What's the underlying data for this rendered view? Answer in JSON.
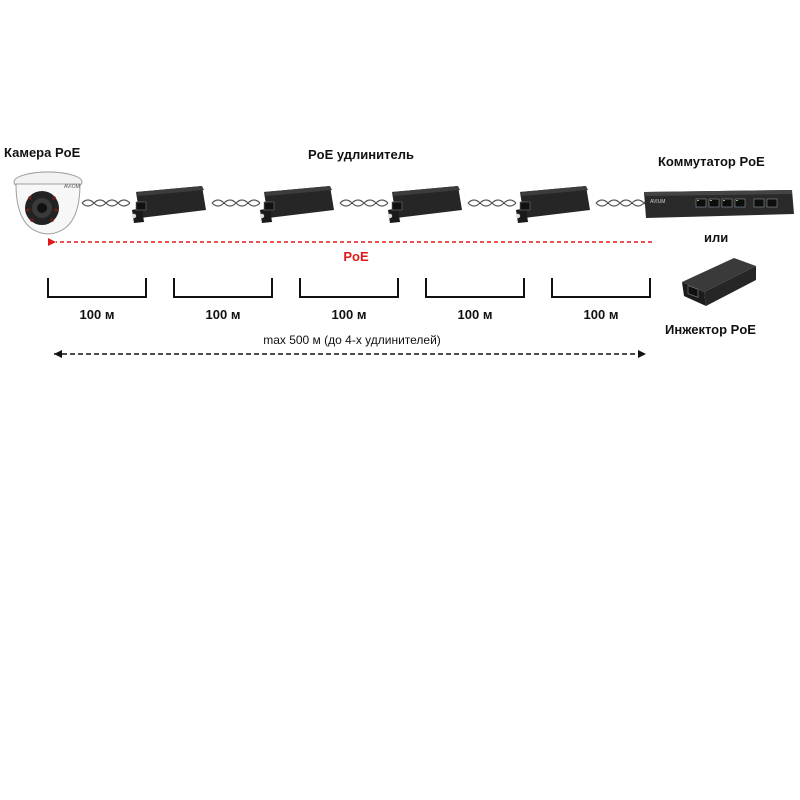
{
  "labels": {
    "camera": "Камера PoE",
    "extender": "PoE удлинитель",
    "switch": "Коммутатор PoE",
    "or": "или",
    "injector": "Инжектор PoE",
    "poe_arrow": "PoE",
    "max_distance": "max 500 м (до 4-х удлинителей)",
    "camera_brand": "AVIOM",
    "switch_brand": "AVIUM"
  },
  "segments": [
    {
      "label": "100 м"
    },
    {
      "label": "100 м"
    },
    {
      "label": "100 м"
    },
    {
      "label": "100 м"
    },
    {
      "label": "100 м"
    }
  ],
  "colors": {
    "poe": "#e01a1a",
    "device": "#2b2b2b",
    "line": "#111111"
  },
  "icons": [
    "dome-camera-icon",
    "poe-extender-icon",
    "poe-switch-icon",
    "poe-injector-icon"
  ]
}
